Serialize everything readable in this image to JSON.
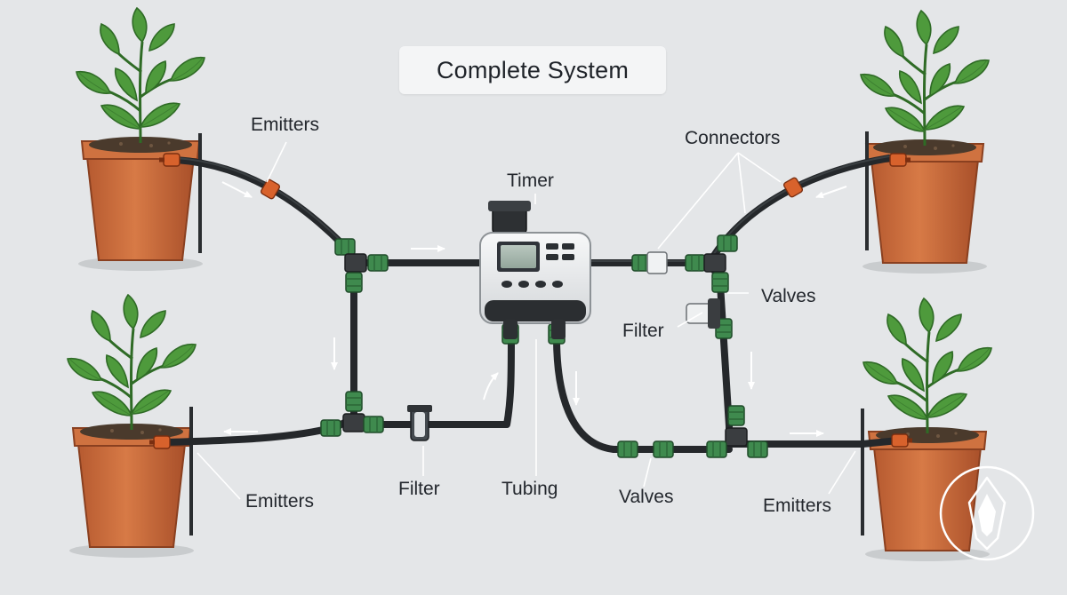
{
  "title": "Complete System",
  "labels": {
    "emitters_top_left": "Emitters",
    "emitters_bottom_left": "Emitters",
    "emitters_bottom_right": "Emitters",
    "connectors": "Connectors",
    "timer": "Timer",
    "valves_right": "Valves",
    "valves_bottom": "Valves",
    "filter_right": "Filter",
    "filter_bottom": "Filter",
    "tubing": "Tubing"
  },
  "colors": {
    "background": "#e4e6e8",
    "tubing": "#25282b",
    "fitting_green": "#3f8a4e",
    "pot": "#c8683a",
    "soil": "#4a3a2c",
    "leaf": "#4e9a3c",
    "emitter": "#d8622c"
  },
  "icons": [
    "plant-pot-icon",
    "irrigation-timer-icon",
    "logo-badge-icon"
  ]
}
